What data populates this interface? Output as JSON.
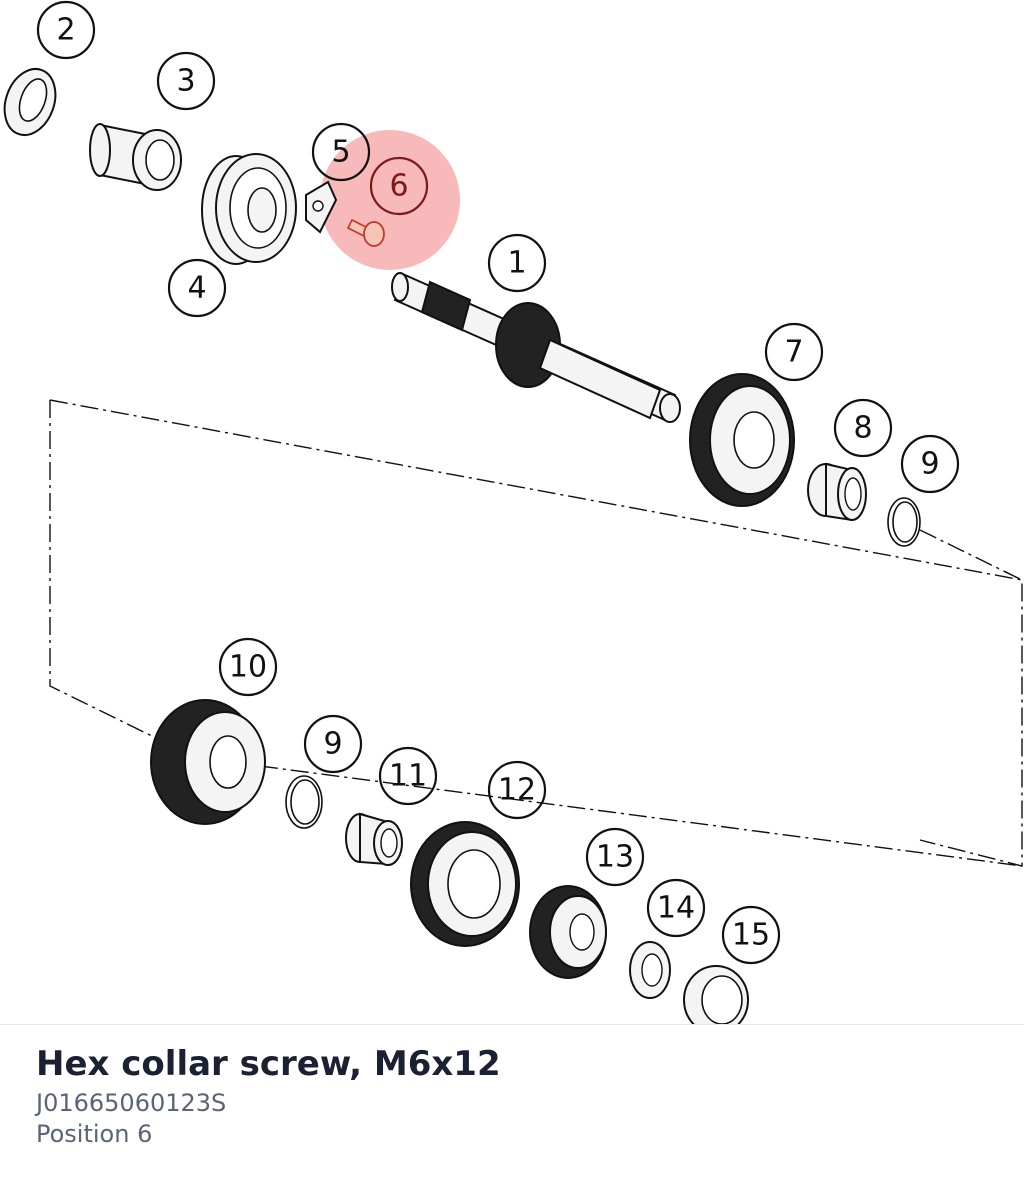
{
  "part": {
    "title": "Hex collar screw, M6x12",
    "number": "J01665060123S",
    "position_label": "Position 6"
  },
  "diagram": {
    "callouts": [
      "2",
      "3",
      "5",
      "6",
      "1",
      "4",
      "7",
      "8",
      "9",
      "10",
      "9",
      "11",
      "12",
      "13",
      "14",
      "15"
    ],
    "highlighted_position": "6"
  },
  "colors": {
    "highlight": "#f08080",
    "title_text": "#1a2133",
    "meta_text": "#5b6474"
  }
}
